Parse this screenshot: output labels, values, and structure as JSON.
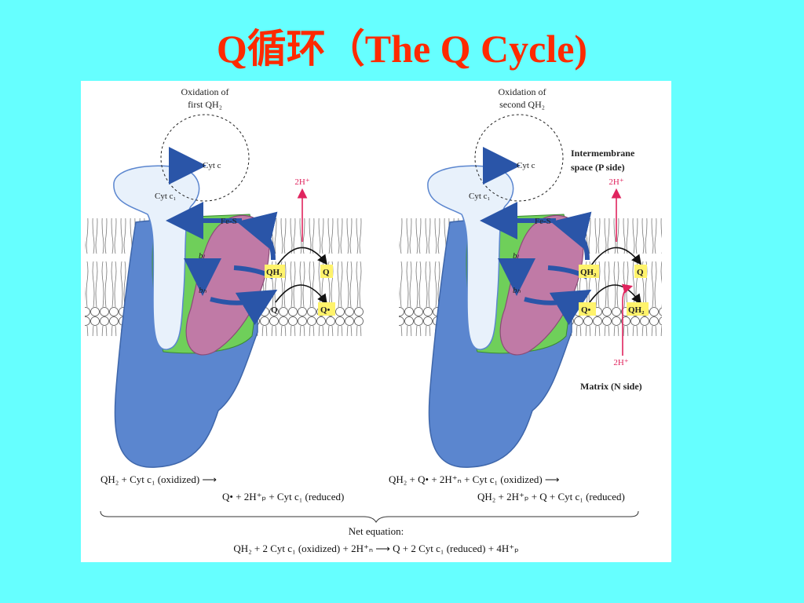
{
  "title": "Q循环（The Q Cycle)",
  "left_panel": {
    "header_line1": "Oxidation of",
    "header_line2": "first QH₂",
    "cyt_c": "Cyt c",
    "cyt_c1": "Cyt c₁",
    "fes": "Fe-S",
    "bl": "bₗ",
    "bh": "bₕ",
    "h_out": "2H⁺",
    "qh2": "QH₂",
    "q_top": "Q",
    "q_bottom": "Q",
    "q_radical": "Q•"
  },
  "right_panel": {
    "header_line1": "Oxidation of",
    "header_line2": "second QH₂",
    "cyt_c": "Cyt c",
    "cyt_c1": "Cyt c₁",
    "fes": "Fe-S",
    "bl": "bₗ",
    "bh": "bₕ",
    "h_out": "2H⁺",
    "h_in": "2H⁺",
    "qh2": "QH₂",
    "q_top": "Q",
    "q_radical": "Q•",
    "qh2_bottom": "QH₂"
  },
  "side_labels": {
    "intermembrane_1": "Intermembrane",
    "intermembrane_2": "space (P side)",
    "matrix": "Matrix (N side)"
  },
  "equations": {
    "left_1": "QH₂ + Cyt c₁ (oxidized) ⟶",
    "left_2": "Q• + 2H⁺ₚ + Cyt c₁ (reduced)",
    "right_1": "QH₂ + Q• + 2H⁺ₙ + Cyt c₁ (oxidized) ⟶",
    "right_2": "QH₂ + 2H⁺ₚ + Q + Cyt c₁ (reduced)",
    "net_label": "Net equation:",
    "net": "QH₂ + 2 Cyt c₁ (oxidized) + 2H⁺ₙ ⟶ Q + 2 Cyt c₁ (reduced) + 4H⁺ₚ"
  }
}
